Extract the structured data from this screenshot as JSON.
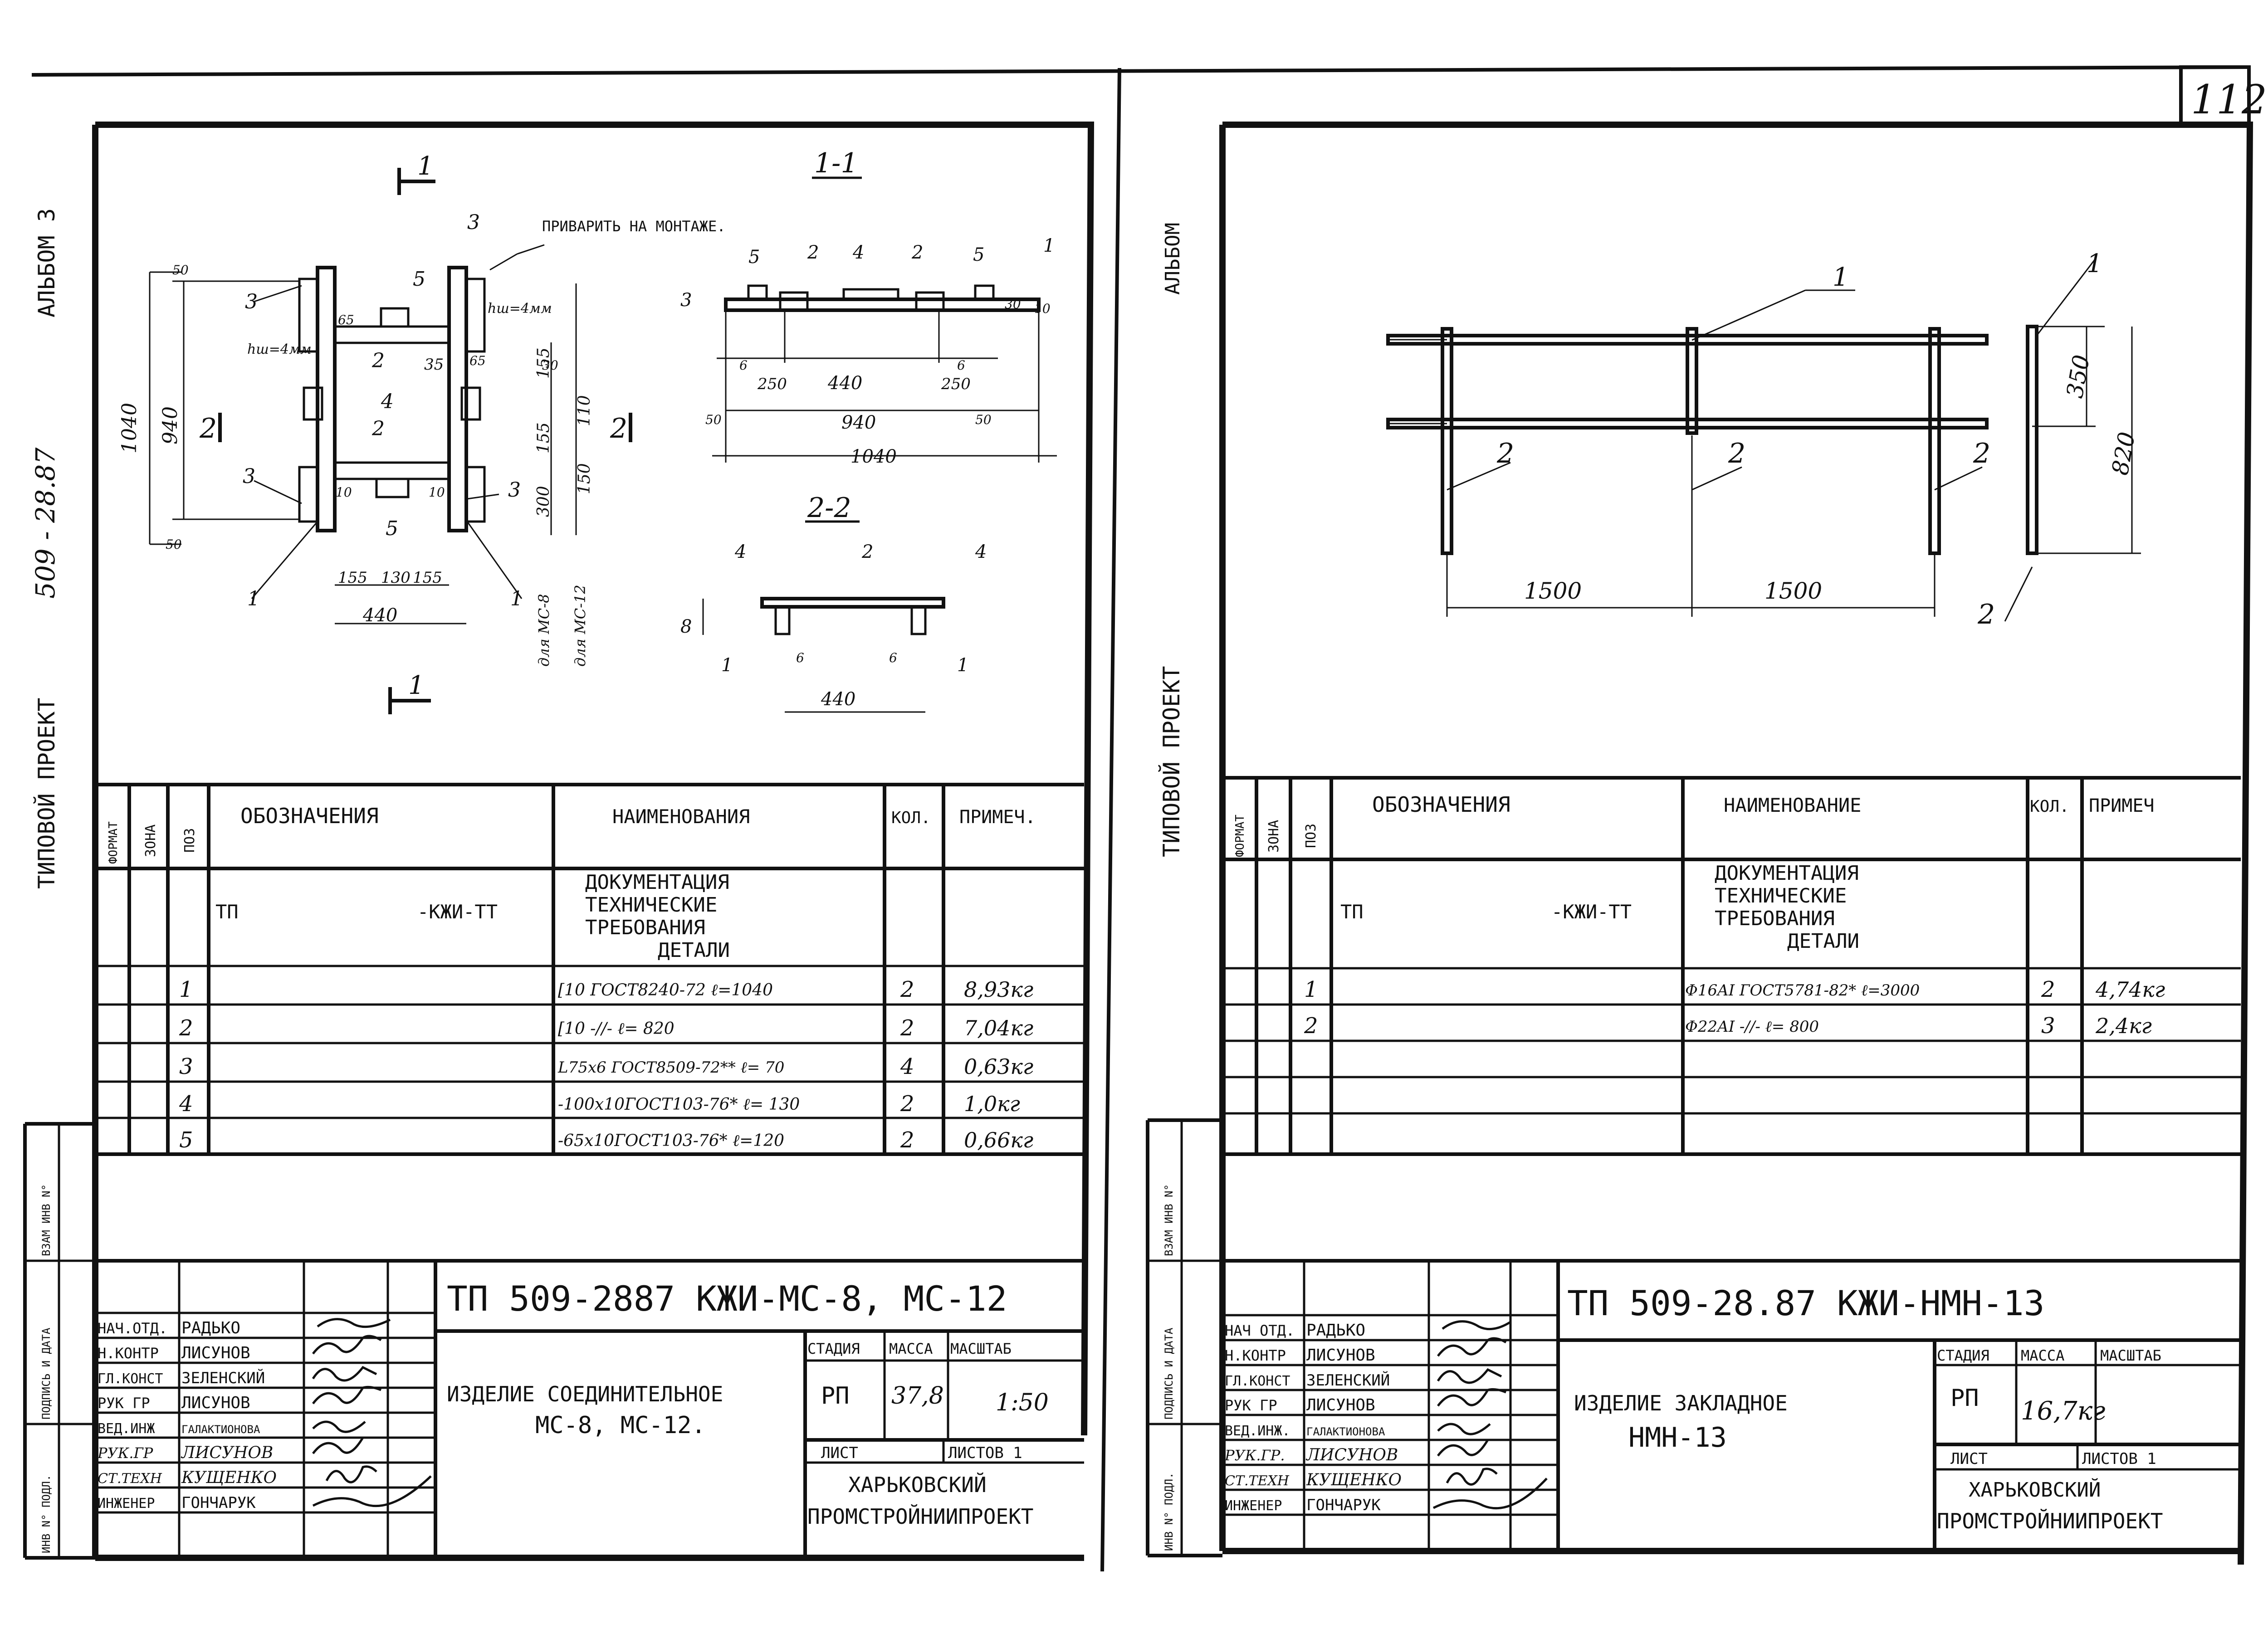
{
  "page_number": "112",
  "left": {
    "side_labels": {
      "album": "АЛЬБОМ 3",
      "code": "509 - 28.87",
      "project": "ТИПОВОЙ ПРОЕКТ"
    },
    "stamp_side": [
      "ИНВ N° ПОДЛ.",
      "ПОДПИСЬ И ДАТА",
      "ВЗАМ ИНВ N°"
    ],
    "section_marks": {
      "s1top": "1",
      "s1bot": "1",
      "sec11": "1-1",
      "sec22": "2-2",
      "side2a": "2",
      "side2b": "2"
    },
    "note": "ПРИВАРИТЬ НА МОНТАЖЕ.",
    "labels": {
      "hw1": "hш=4мм",
      "hw2": "hш=4мм",
      "d1040": "1040",
      "d940": "940",
      "d440a": "440",
      "d155a": "155",
      "d130": "130",
      "d155b": "155",
      "d155r": "155",
      "d155r2": "155",
      "d110": "110",
      "d300": "300",
      "d150": "150",
      "d50t": "50",
      "d50b": "50",
      "d65a": "65",
      "d65b": "65",
      "d35": "35",
      "d10a": "10",
      "d10b": "10",
      "d30": "30",
      "mc8": "для МС-8",
      "mc12": "для МС-12",
      "p1": "1",
      "p1b": "1",
      "p2a": "2",
      "p2b": "2",
      "p3a": "3",
      "p3b": "3",
      "p3c": "3",
      "p4": "4",
      "p5a": "5",
      "p5b": "5",
      "s1_p5a": "5",
      "s1_p2a": "2",
      "s1_p4": "4",
      "s1_p2b": "2",
      "s1_p5b": "5",
      "s1_p1": "1",
      "s1_p3": "3",
      "s1_250a": "250",
      "s1_440": "440",
      "s1_250b": "250",
      "s1_940": "940",
      "s1_1040": "1040",
      "s1_6a": "6",
      "s1_6b": "6",
      "s1_50a": "50",
      "s1_50b": "50",
      "s1_30": "30",
      "s1_10": "10",
      "s2_p4a": "4",
      "s2_p2": "2",
      "s2_p4b": "4",
      "s2_p1a": "1",
      "s2_p1b": "1",
      "s2_8": "8",
      "s2_440": "440",
      "s2_6a": "6",
      "s2_6b": "6"
    },
    "spec": {
      "headers": {
        "format": "ФОРМАТ",
        "zone": "ЗОНА",
        "pos": "ПОЗ",
        "designation": "ОБОЗНАЧЕНИЯ",
        "name": "НАИМЕНОВАНИЯ",
        "qty": "КОЛ.",
        "note": "ПРИМЕЧ."
      },
      "doc_prefix": "ТП",
      "doc_code": "-КЖИ-ТТ",
      "doc_lines": [
        "ДОКУМЕНТАЦИЯ",
        "ТЕХНИЧЕСКИЕ",
        "ТРЕБОВАНИЯ",
        "ДЕТАЛИ"
      ],
      "rows": [
        {
          "pos": "1",
          "name": "[10 ГОСТ8240-72 ℓ=1040",
          "qty": "2",
          "note": "8,93кг"
        },
        {
          "pos": "2",
          "name": "[10 -//- ℓ= 820",
          "qty": "2",
          "note": "7,04кг"
        },
        {
          "pos": "3",
          "name": "L75x6 ГОСТ8509-72** ℓ= 70",
          "qty": "4",
          "note": "0,63кг"
        },
        {
          "pos": "4",
          "name": "-100x10ГОСТ103-76* ℓ= 130",
          "qty": "2",
          "note": "1,0кг"
        },
        {
          "pos": "5",
          "name": "-65x10ГОСТ103-76* ℓ=120",
          "qty": "2",
          "note": "0,66кг"
        }
      ]
    },
    "title": {
      "designation": "ТП    509-2887  КЖИ-МС-8, МС-12",
      "product_line1": "ИЗДЕЛИЕ СОЕДИНИТЕЛЬНОЕ",
      "product_line2": "МС-8, МС-12.",
      "stage_h": "СТАДИЯ",
      "mass_h": "МАССА",
      "scale_h": "МАСШТАБ",
      "stage": "РП",
      "mass": "37,8",
      "scale": "1:50",
      "sheet": "ЛИСТ",
      "sheets": "ЛИСТОВ 1",
      "org1": "ХАРЬКОВСКИЙ",
      "org2": "ПРОМСТРОЙНИИПРОЕКТ",
      "people": [
        [
          "НАЧ.ОТД.",
          "РАДЬКО"
        ],
        [
          "Н.КОНТР",
          "ЛИСУНОВ"
        ],
        [
          "ГЛ.КОНСТ",
          "ЗЕЛЕНСКИЙ"
        ],
        [
          "РУК ГР",
          "ЛИСУНОВ"
        ],
        [
          "ВЕД.ИНЖ",
          "ГАЛАКТИОНОВА"
        ],
        [
          "РУК.ГР",
          "ЛИСУНОВ"
        ],
        [
          "СТ.ТЕХН",
          "КУЩЕНКО"
        ],
        [
          "ИНЖЕНЕР",
          "ГОНЧАРУК"
        ]
      ]
    }
  },
  "right": {
    "side_labels": {
      "album": "АЛЬБОМ",
      "project": "ТИПОВОЙ ПРОЕКТ"
    },
    "stamp_side": [
      "ИНВ N° ПОДЛ.",
      "ПОДПИСЬ И ДАТА",
      "ВЗАМ ИНВ N°"
    ],
    "labels": {
      "p1a": "1",
      "p1b": "1",
      "p2a": "2",
      "p2b": "2",
      "p2c": "2",
      "p2d": "2",
      "d350": "350",
      "d820": "820",
      "d1500a": "1500",
      "d1500b": "1500"
    },
    "spec": {
      "headers": {
        "format": "ФОРМАТ",
        "zone": "ЗОНА",
        "pos": "ПОЗ",
        "designation": "ОБОЗНАЧЕНИЯ",
        "name": "НАИМЕНОВАНИЕ",
        "qty": "КОЛ.",
        "note": "ПРИМЕЧ"
      },
      "doc_prefix": "ТП",
      "doc_code": "-КЖИ-ТТ",
      "doc_lines": [
        "ДОКУМЕНТАЦИЯ",
        "ТЕХНИЧЕСКИЕ",
        "ТРЕБОВАНИЯ",
        "ДЕТАЛИ"
      ],
      "rows": [
        {
          "pos": "1",
          "name": "Φ16AI ГОСТ5781-82* ℓ=3000",
          "qty": "2",
          "note": "4,74кг"
        },
        {
          "pos": "2",
          "name": "Φ22AI -//- ℓ= 800",
          "qty": "3",
          "note": "2,4кг"
        }
      ]
    },
    "title": {
      "designation": "ТП   509-28.87    КЖИ-НМН-13",
      "product_line1": "ИЗДЕЛИЕ ЗАКЛАДНОЕ",
      "product_line2": "НМН-13",
      "stage_h": "СТАДИЯ",
      "mass_h": "МАССА",
      "scale_h": "МАСШТАБ",
      "stage": "РП",
      "mass": "16,7кг",
      "scale": "",
      "sheet": "ЛИСТ",
      "sheets": "ЛИСТОВ 1",
      "org1": "ХАРЬКОВСКИЙ",
      "org2": "ПРОМСТРОЙНИИПРОЕКТ",
      "people": [
        [
          "НАЧ ОТД.",
          "РАДЬКО"
        ],
        [
          "Н.КОНТР",
          "ЛИСУНОВ"
        ],
        [
          "ГЛ.КОНСТ",
          "ЗЕЛЕНСКИЙ"
        ],
        [
          "РУК ГР",
          "ЛИСУНОВ"
        ],
        [
          "ВЕД.ИНЖ.",
          "ГАЛАКТИОНОВА"
        ],
        [
          "РУК.ГР.",
          "ЛИСУНОВ"
        ],
        [
          "СТ.ТЕХН",
          "КУЩЕНКО"
        ],
        [
          "ИНЖЕНЕР",
          "ГОНЧАРУК"
        ]
      ]
    }
  }
}
